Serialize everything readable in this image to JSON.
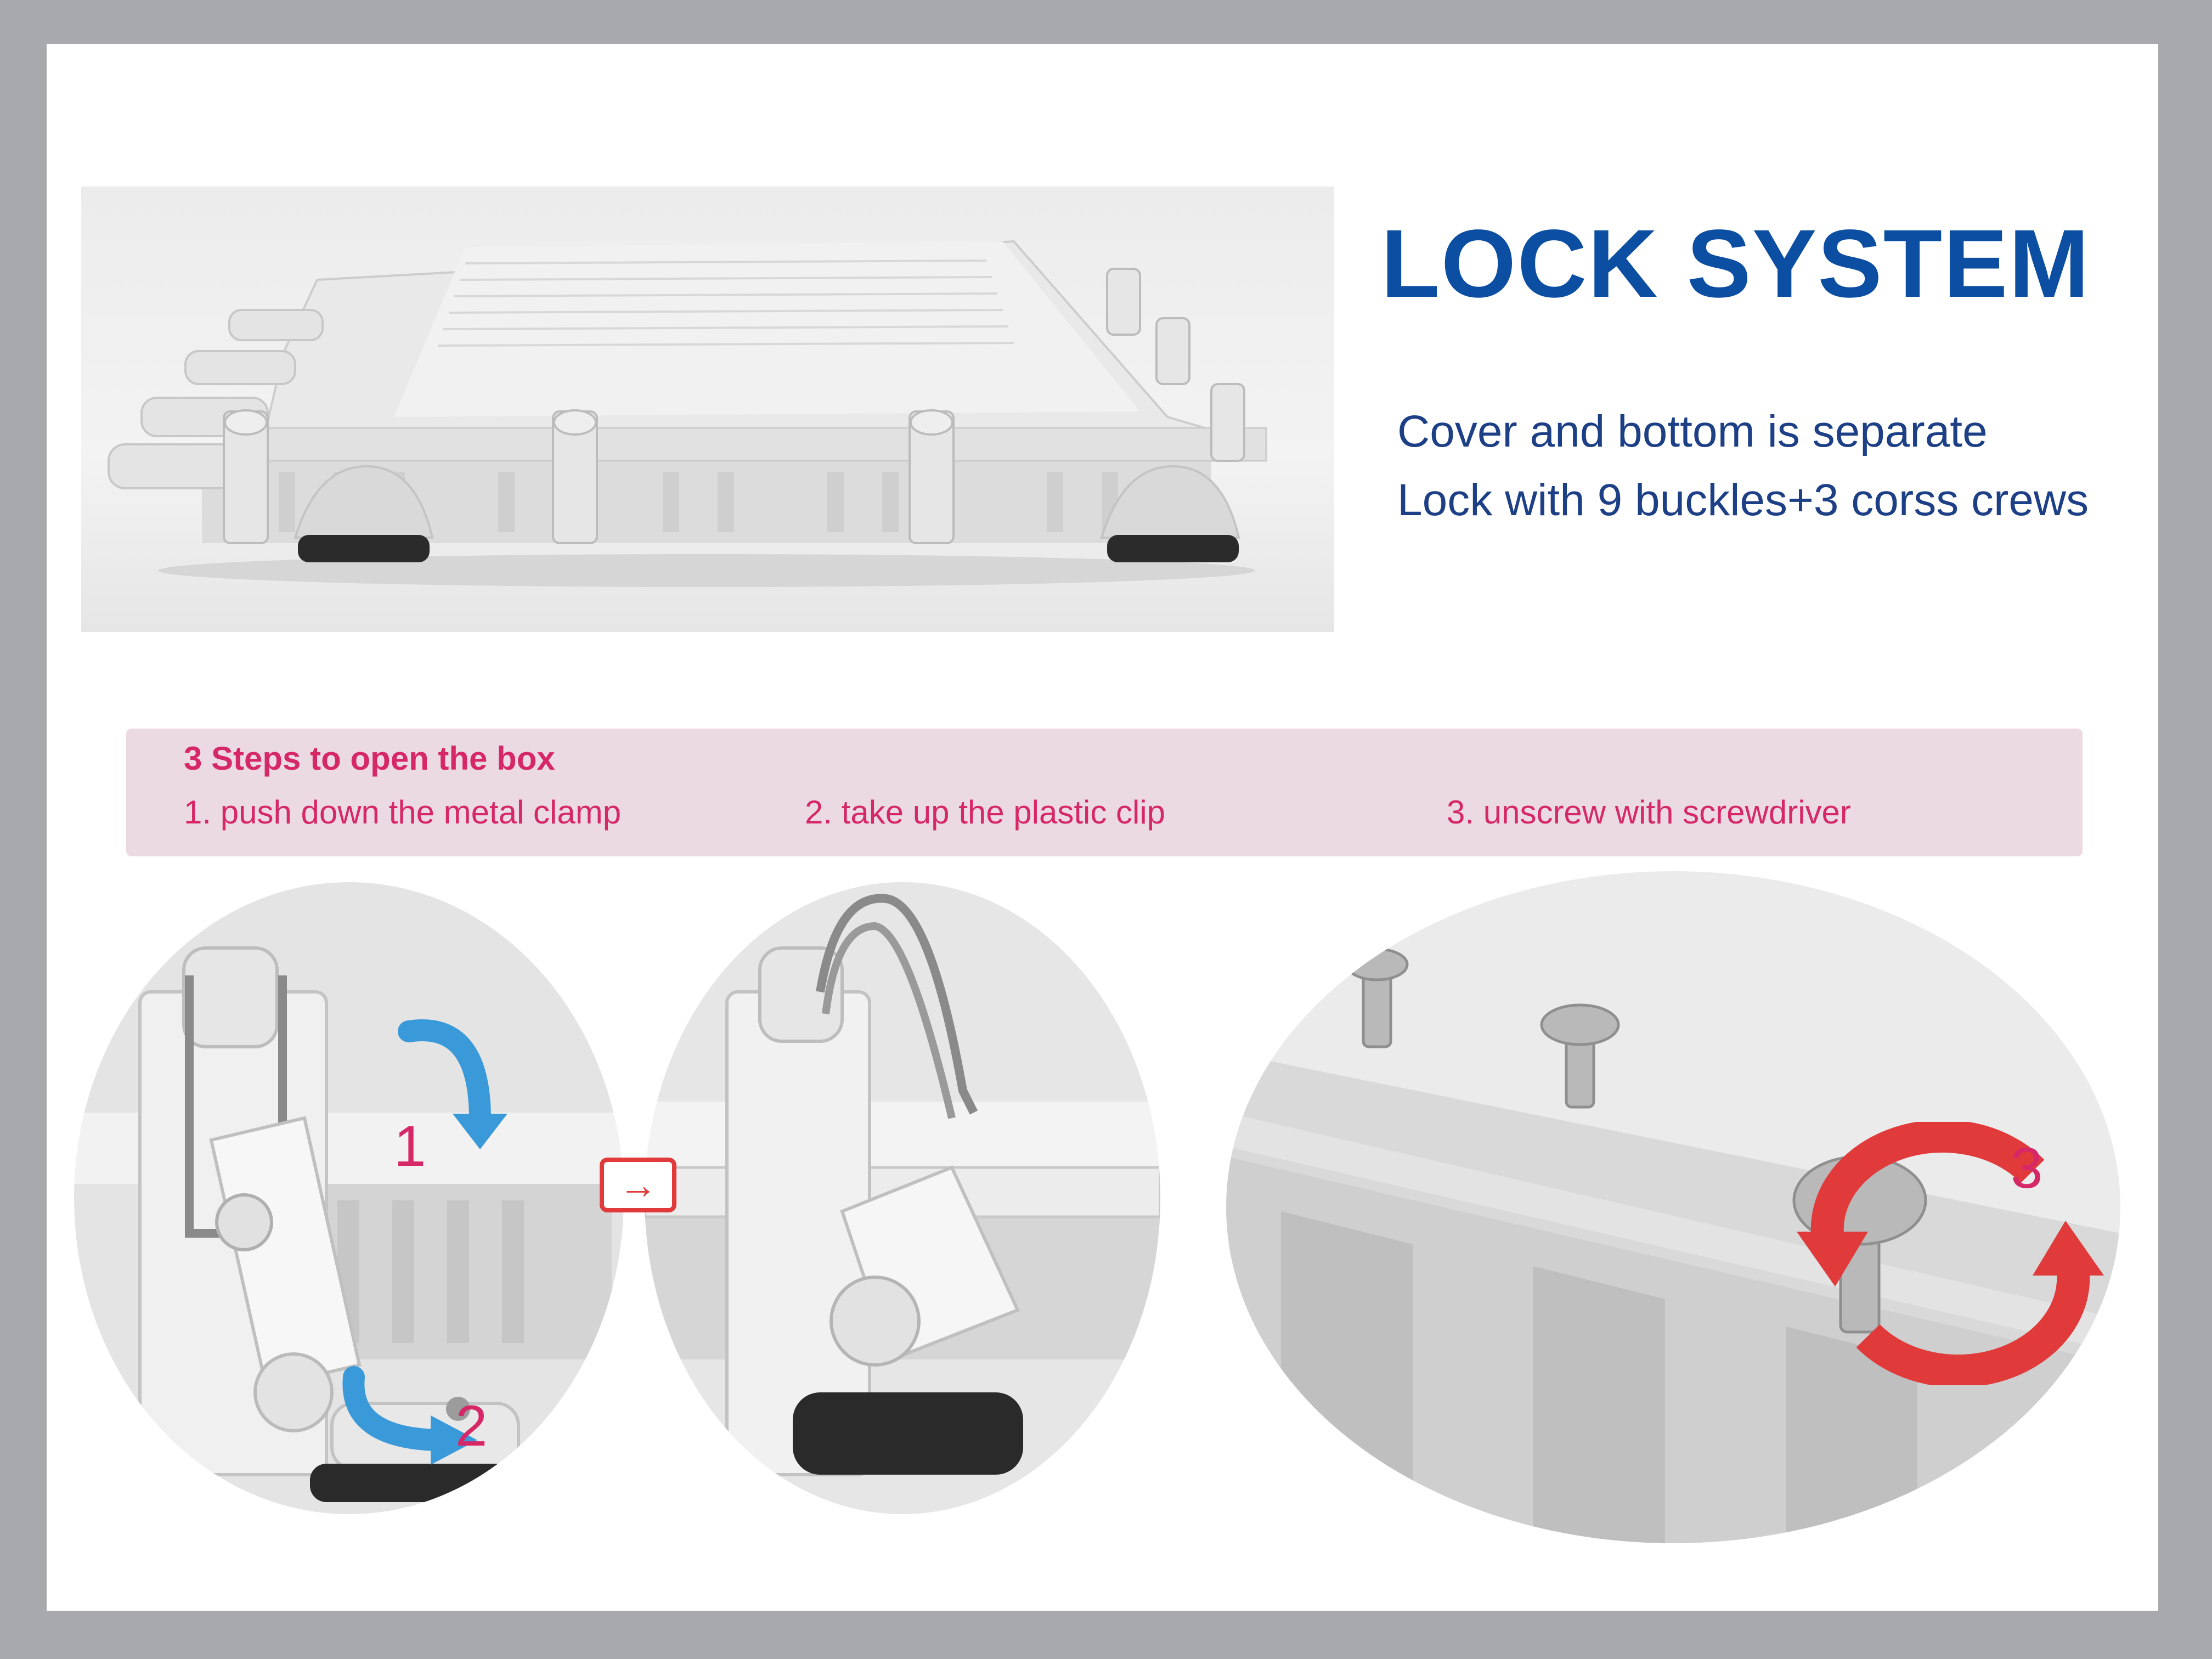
{
  "title": "LOCK SYSTEM",
  "description": {
    "line1": "Cover and bottom is separate",
    "line2": "Lock with 9 buckles+3 corss crews"
  },
  "steps": {
    "heading": "3 Steps to open the box",
    "items": [
      "1. push down the metal clamp",
      "2. take up the plastic clip",
      "3. unscrew with screwdriver"
    ]
  },
  "markers": {
    "one": "1",
    "two": "2",
    "three": "3"
  },
  "colors": {
    "title": "#0c4ea2",
    "description": "#1d3f86",
    "steps_text": "#d62867",
    "steps_band": "#ecdae3",
    "rotate_arrows": "#e03a3a",
    "push_arrows": "#3a9ad9",
    "frame": "#a7a9ac"
  },
  "icons": {
    "transition": "right-arrow-icon",
    "step1": "curved-down-arrow-icon",
    "step2": "curved-right-arrow-icon",
    "step3": "rotate-arrows-icon"
  }
}
